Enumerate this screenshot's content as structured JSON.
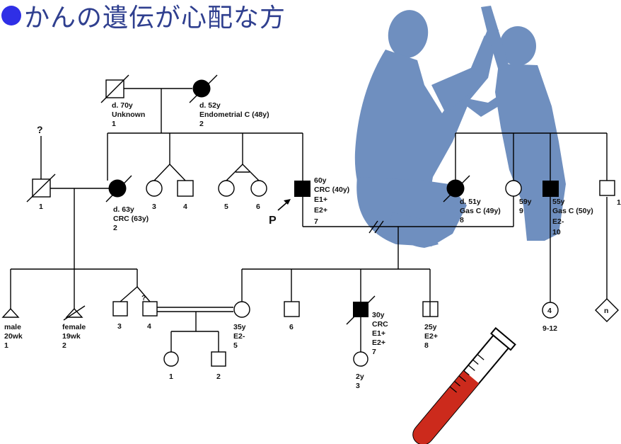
{
  "heading": {
    "text": "かんの遺伝が心配な方",
    "bullet_color": "#2f2fe6"
  },
  "colors": {
    "silhouette": "#6f8fbf",
    "tube_fill": "#cc2a1c",
    "line": "#000000"
  },
  "pedigree": {
    "gen1": {
      "father": [
        "d. 70y",
        "Unknown",
        "1"
      ],
      "mother": [
        "d. 52y",
        "Endometrial C (48y)",
        "2"
      ]
    },
    "gen2": {
      "unknown_mark": "?",
      "spouse_num": "1",
      "aunt": [
        "d. 63y",
        "CRC (63y)",
        "2"
      ],
      "twin_f": "3",
      "twin_m": "4",
      "ident_twin_a": "5",
      "ident_twin_b": "6",
      "proband": [
        "60y",
        "CRC (40y)",
        "E1+",
        "E2+",
        "7"
      ],
      "proband_marker": "P",
      "sister": [
        "d. 51y",
        "Gas C (49y)",
        "8"
      ],
      "sister2": [
        "59y",
        "9"
      ],
      "brother": [
        "55y",
        "Gas C (50y)",
        "E2-",
        "10"
      ],
      "brother2": "1"
    },
    "gen3": {
      "male_loss": [
        "male",
        "20wk",
        "1"
      ],
      "female_loss": [
        "female",
        "19wk",
        "2"
      ],
      "twin_q": "?",
      "twin3": "3",
      "twin4": "4",
      "daughter5": [
        "35y",
        "E2-",
        "5"
      ],
      "son6": "6",
      "son7": [
        "30y",
        "CRC",
        "E1+",
        "E2+",
        "7"
      ],
      "son8": [
        "25y",
        "E2+",
        "8"
      ],
      "group_count": "4",
      "group_label": "9-12",
      "n_mark": "n"
    },
    "gen4": {
      "child1": "1",
      "child2": "2",
      "grandchild": [
        "2y",
        "3"
      ]
    }
  }
}
